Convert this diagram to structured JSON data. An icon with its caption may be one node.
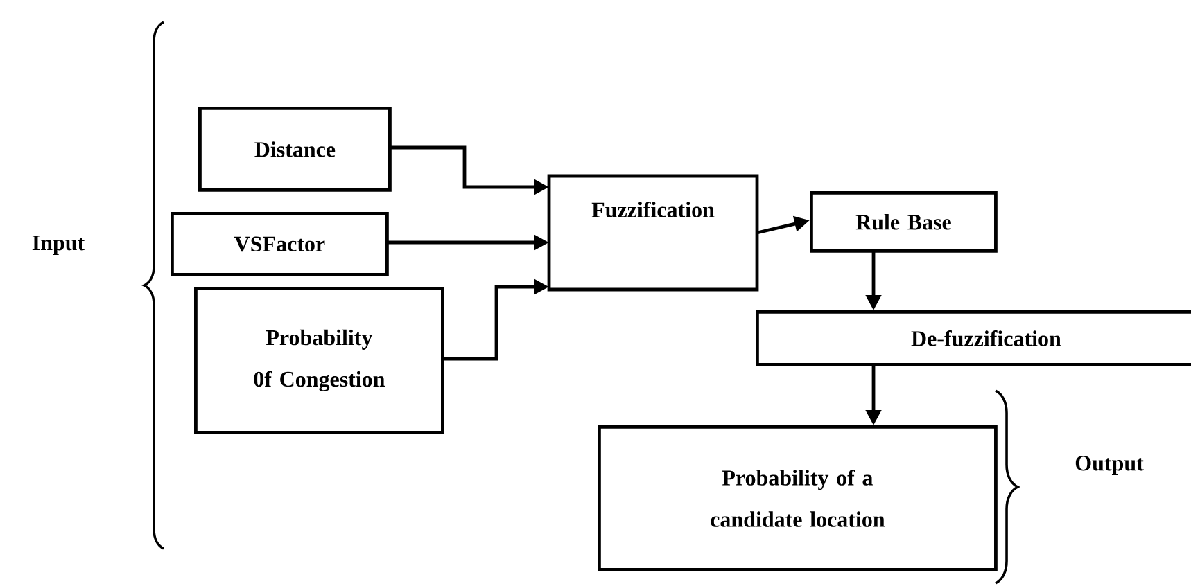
{
  "diagram": {
    "nodes": [
      {
        "text": [
          "Distance"
        ]
      },
      {
        "text": [
          "VSFactor"
        ]
      },
      {
        "text": [
          "Probability 0f Congestion"
        ]
      },
      {
        "text": [
          "Fuzzification"
        ]
      },
      {
        "text": [
          "Rule Base"
        ]
      },
      {
        "text": [
          "De-fuzzification"
        ]
      },
      {
        "text": [
          "Probability of a candidate location"
        ]
      }
    ],
    "edges": [
      {
        "from": 0,
        "to": 3,
        "arrow": "to"
      },
      {
        "from": 1,
        "to": 3,
        "arrow": "to"
      },
      {
        "from": 2,
        "to": 3,
        "arrow": "to"
      },
      {
        "from": 3,
        "to": 4,
        "arrow": "to"
      },
      {
        "from": 4,
        "to": 5,
        "arrow": "to"
      },
      {
        "from": 5,
        "to": 6,
        "arrow": "to"
      }
    ],
    "labels": [
      "Input",
      "Output"
    ]
  }
}
